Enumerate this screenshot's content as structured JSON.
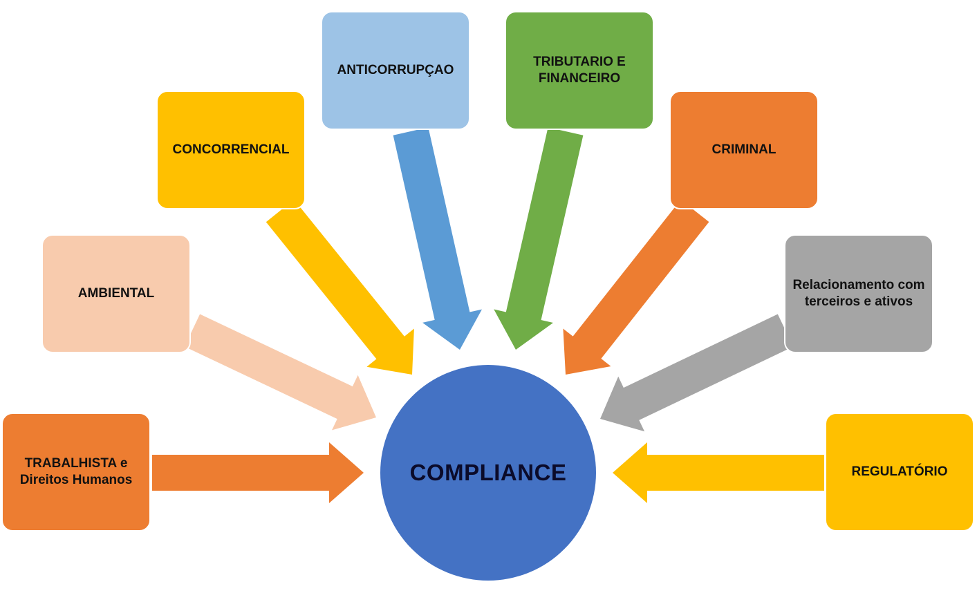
{
  "center": {
    "label": "COMPLIANCE",
    "color": "#4472c4"
  },
  "boxes": [
    {
      "label": "TRABALHISTA e Direitos Humanos",
      "color": "#ed7d31",
      "arrow_color": "#ed7d31"
    },
    {
      "label": "AMBIENTAL",
      "color": "#f8cbad",
      "arrow_color": "#f8cbad"
    },
    {
      "label": "CONCORRENCIAL",
      "color": "#ffc000",
      "arrow_color": "#ffc000"
    },
    {
      "label": "ANTICORRUPÇAO",
      "color": "#9dc3e6",
      "arrow_color": "#5b9bd5"
    },
    {
      "label": "TRIBUTARIO E FINANCEIRO",
      "color": "#70ad47",
      "arrow_color": "#70ad47"
    },
    {
      "label": "CRIMINAL",
      "color": "#ed7d31",
      "arrow_color": "#ed7d31"
    },
    {
      "label": "Relacionamento com terceiros e ativos",
      "color": "#a5a5a5",
      "arrow_color": "#a5a5a5"
    },
    {
      "label": "REGULATÓRIO",
      "color": "#ffc000",
      "arrow_color": "#ffc000"
    }
  ]
}
